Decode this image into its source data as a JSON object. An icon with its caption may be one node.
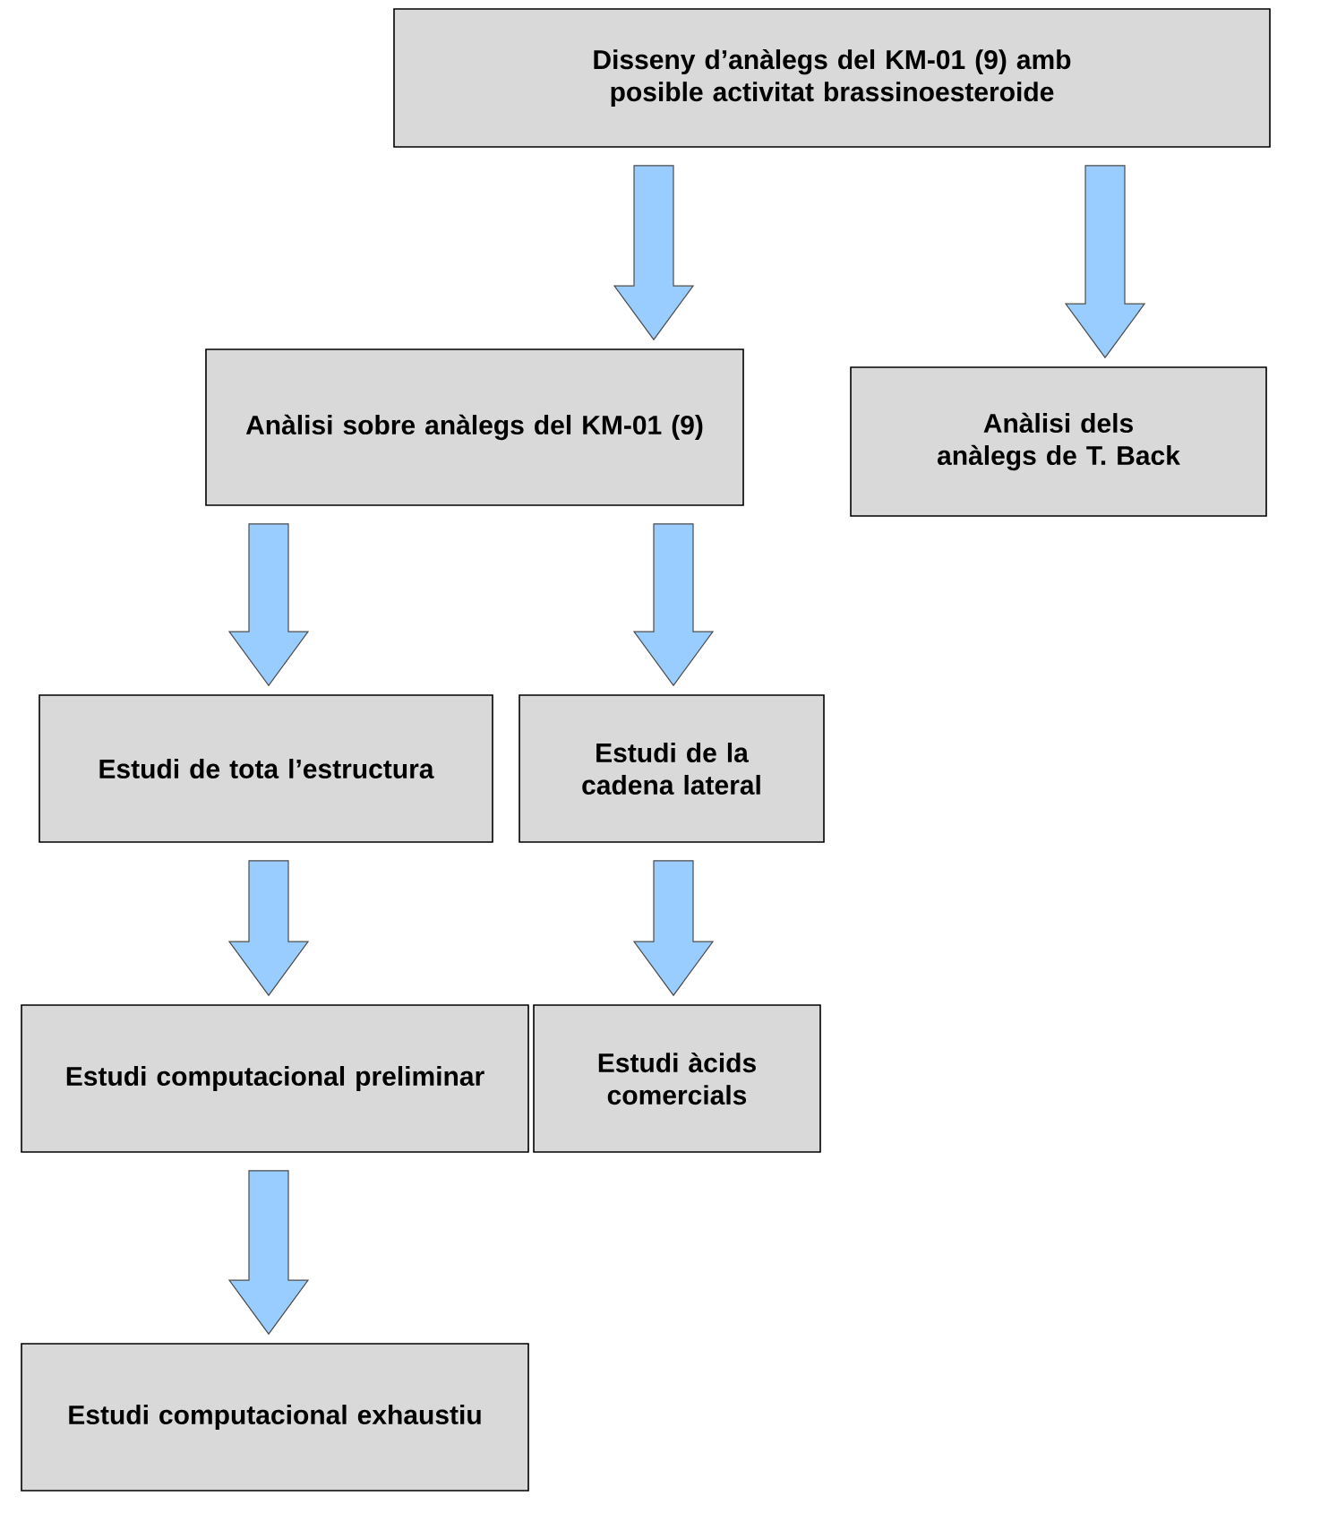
{
  "diagram": {
    "nodes": [
      {
        "text": [
          "Disseny d’anàlegs del KM-01 (9) amb posible activitat brassinoesteroide"
        ]
      },
      {
        "text": [
          "Anàlisi sobre anàlegs del KM-01 (9)"
        ]
      },
      {
        "text": [
          "Anàlisi dels anàlegs de T. Back"
        ]
      },
      {
        "text": [
          "Estudi de tota l’estructura"
        ]
      },
      {
        "text": [
          "Estudi de la cadena lateral"
        ]
      },
      {
        "text": [
          "Estudi computacional preliminar"
        ]
      },
      {
        "text": [
          "Estudi àcids comercials"
        ]
      },
      {
        "text": [
          "Estudi computacional exhaustiu"
        ]
      }
    ],
    "edges": [
      {
        "from": 0,
        "to": 1,
        "arrow": "to"
      },
      {
        "from": 0,
        "to": 2,
        "arrow": "to"
      },
      {
        "from": 1,
        "to": 3,
        "arrow": "to"
      },
      {
        "from": 1,
        "to": 4,
        "arrow": "to"
      },
      {
        "from": 3,
        "to": 5,
        "arrow": "to"
      },
      {
        "from": 4,
        "to": 6,
        "arrow": "to"
      },
      {
        "from": 5,
        "to": 7,
        "arrow": "to"
      }
    ]
  }
}
